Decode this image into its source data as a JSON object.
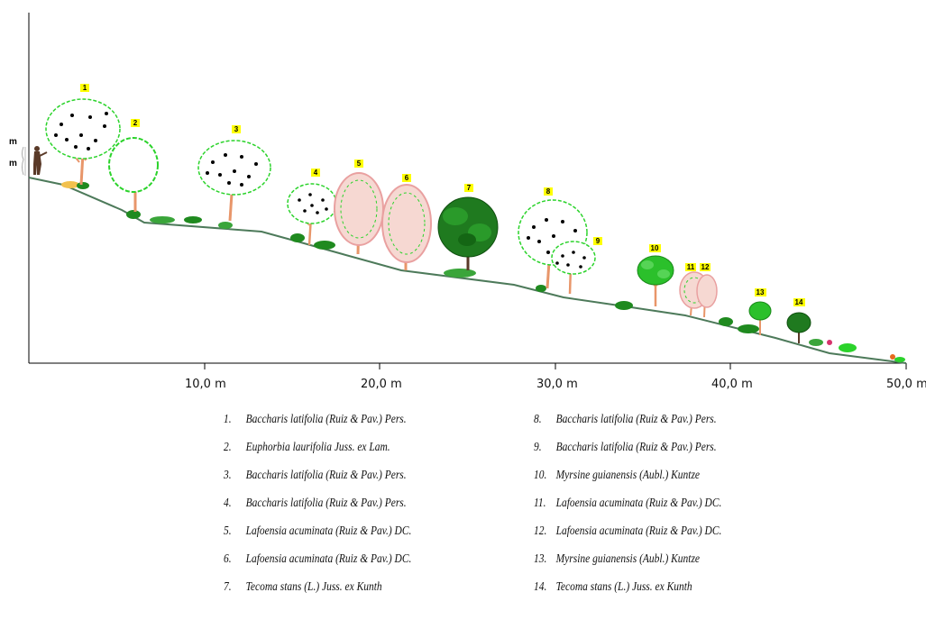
{
  "axis": {
    "ticks": [
      "10,0 m",
      "20,0 m",
      "30,0 m",
      "40,0 m",
      "50,0 m"
    ]
  },
  "figure": {
    "scale_marks": [
      "m",
      "m"
    ]
  },
  "colors": {
    "ground_line": "#4d7a5a",
    "tag": "#ffff00",
    "light_canopy": "#2bd32b",
    "dense_canopy": "#1f8a1f",
    "pink_canopy": "#e9a0a0",
    "trunk": "#e8966a",
    "seed_mark": "#000000"
  },
  "species": [
    {
      "num": "1",
      "label": "1.",
      "name": "Baccharis latifolia (Ruiz & Pav.) Pers."
    },
    {
      "num": "2",
      "label": "2.",
      "name": "Euphorbia laurifolia Juss. ex Lam."
    },
    {
      "num": "3",
      "label": "3.",
      "name": "Baccharis latifolia (Ruiz & Pav.) Pers."
    },
    {
      "num": "4",
      "label": "4.",
      "name": "Baccharis latifolia (Ruiz & Pav.) Pers."
    },
    {
      "num": "5",
      "label": "5.",
      "name": "Lafoensia acuminata (Ruiz & Pav.) DC."
    },
    {
      "num": "6",
      "label": "6.",
      "name": "Lafoensia acuminata (Ruiz & Pav.) DC."
    },
    {
      "num": "7",
      "label": "7.",
      "name": "Tecoma stans (L.) Juss. ex Kunth"
    },
    {
      "num": "8",
      "label": "8.",
      "name": "Baccharis latifolia (Ruiz & Pav.) Pers."
    },
    {
      "num": "9",
      "label": "9.",
      "name": "Baccharis latifolia (Ruiz & Pav.) Pers."
    },
    {
      "num": "10",
      "label": "10.",
      "name": "Myrsine guianensis (Aubl.) Kuntze"
    },
    {
      "num": "11",
      "label": "11.",
      "name": "Lafoensia acuminata (Ruiz & Pav.) DC."
    },
    {
      "num": "12",
      "label": "12.",
      "name": "Lafoensia acuminata (Ruiz & Pav.) DC."
    },
    {
      "num": "13",
      "label": "13.",
      "name": "Myrsine guianensis (Aubl.) Kuntze"
    },
    {
      "num": "14",
      "label": "14.",
      "name": "Tecoma stans (L.) Juss. ex Kunth"
    }
  ]
}
